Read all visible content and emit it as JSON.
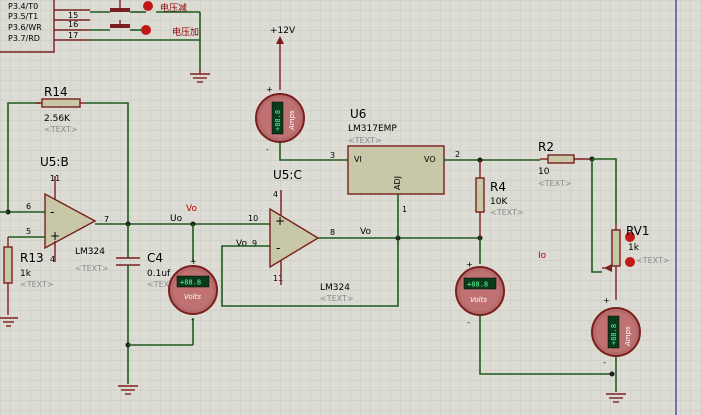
{
  "mcu": {
    "pins": [
      "P3.4/T0",
      "P3.5/T1",
      "P3.6/WR",
      "P3.7/RD"
    ],
    "nums": [
      "15",
      "16",
      "17"
    ]
  },
  "buttons": {
    "dec": "电压减",
    "inc": "电压加"
  },
  "supply": {
    "label": "+12V"
  },
  "ammeter_top": {
    "unit": "Amps",
    "reading": "+88.8"
  },
  "ammeter_right": {
    "unit": "Amps",
    "reading": "+88.8"
  },
  "voltmeter_left": {
    "unit": "Volts",
    "reading": "+88.8"
  },
  "voltmeter_right": {
    "unit": "Volts",
    "reading": "+88.8"
  },
  "R14": {
    "ref": "R14",
    "value": "2.56K",
    "text": "<TEXT>"
  },
  "R13": {
    "ref": "R13",
    "value": "1k",
    "text": "<TEXT>"
  },
  "R4": {
    "ref": "R4",
    "value": "10K",
    "text": "<TEXT>"
  },
  "R2": {
    "ref": "R2",
    "value": "10",
    "text": "<TEXT>"
  },
  "RV1": {
    "ref": "RV1",
    "value": "1k",
    "text": "<TEXT>"
  },
  "C4": {
    "ref": "C4",
    "value": "0.1uf",
    "text": "<TEXT>"
  },
  "U5B": {
    "ref": "U5:B",
    "part": "LM324",
    "text": "<TEXT>",
    "pins": {
      "p11": "11",
      "p6": "6",
      "p5": "5",
      "p4": "4",
      "p7": "7"
    }
  },
  "U5C": {
    "ref": "U5:C",
    "part": "LM324",
    "text": "<TEXT>",
    "pins": {
      "p4": "4",
      "p10": "10",
      "p9": "9",
      "p11": "11",
      "p8": "8"
    }
  },
  "U6": {
    "ref": "U6",
    "part": "LM317EMP",
    "text": "<TEXT>",
    "pins": {
      "vi": "VI",
      "vo": "VO",
      "adj": "ADJ",
      "p3": "3",
      "p2": "2",
      "p1": "1"
    }
  },
  "nets": {
    "uo": "Uo",
    "vo_red": "Vo",
    "vo_pin9": "Vo",
    "vo_out": "Vo",
    "io": "Io"
  },
  "pinnums": {
    "top_meter_plus": "+",
    "top_meter_minus": "-"
  },
  "colors": {
    "background": "#dcdcd4",
    "grid": "#c8c8c0",
    "wire": "#1e5a1e",
    "component": "#7a1e1e",
    "net_label": "#c00000"
  }
}
